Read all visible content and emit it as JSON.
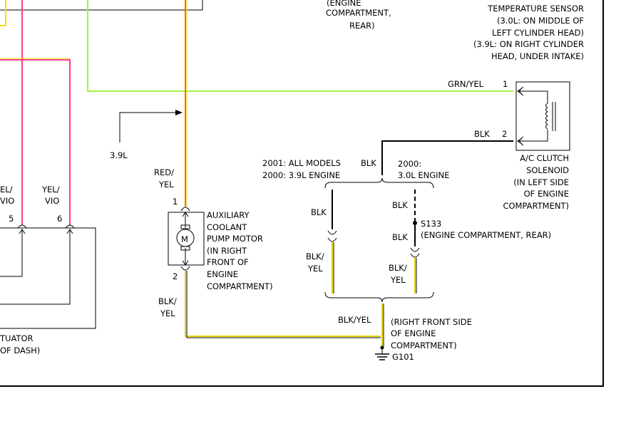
{
  "labels": {
    "engine_comp_top_1": "(ENGINE",
    "engine_comp_top_2": "COMPARTMENT,",
    "engine_comp_top_3": "REAR)",
    "temp_sensor_1": "TEMPERATURE SENSOR",
    "temp_sensor_2": "(3.0L: ON MIDDLE OF",
    "temp_sensor_3": "LEFT CYLINDER HEAD)",
    "temp_sensor_4": "(3.9L: ON RIGHT CYLINDER",
    "temp_sensor_5": "HEAD, UNDER INTAKE)",
    "wire_grn_yel": "GRN/YEL",
    "pin_1_clutch": "1",
    "wire_blk_clutch": "BLK",
    "pin_2_clutch": "2",
    "clutch_label_1": "A/C CLUTCH",
    "clutch_label_2": "SOLENOID",
    "clutch_label_3": "(IN LEFT SIDE",
    "clutch_label_4": "OF ENGINE",
    "clutch_label_5": "COMPARTMENT)",
    "label_39l": "3.9L",
    "red_yel_1": "RED/",
    "red_yel_2": "YEL",
    "yel_vio_left_1": "EL/",
    "yel_vio_left_2": "VIO",
    "yel_vio_right_1": "YEL/",
    "yel_vio_right_2": "VIO",
    "pin_5": "5",
    "pin_6": "6",
    "actuator_1": "TUATOR",
    "actuator_2": "OF DASH)",
    "pump_pin_1": "1",
    "pump_pin_2": "2",
    "pump_motor_symbol": "M",
    "pump_label_1": "AUXILIARY",
    "pump_label_2": "COOLANT",
    "pump_label_3": "PUMP MOTOR",
    "pump_label_4": "(IN RIGHT",
    "pump_label_5": "FRONT OF",
    "pump_label_6": "ENGINE",
    "pump_label_7": "COMPARTMENT)",
    "blk_yel_pump_1": "BLK/",
    "blk_yel_pump_2": "YEL",
    "models_2001": "2001: ALL MODELS",
    "models_2000_39": "2000: 3.9L ENGINE",
    "wire_blk_top": "BLK",
    "models_2000_a": "2000:",
    "models_2000_b": "3.0L ENGINE",
    "wire_blk_left": "BLK",
    "wire_blk_right": "BLK",
    "splice_s133": "S133",
    "wire_blk_right2": "BLK",
    "splice_location": "(ENGINE COMPARTMENT, REAR)",
    "blk_yel_left_1": "BLK/",
    "blk_yel_left_2": "YEL",
    "blk_yel_right_1": "BLK/",
    "blk_yel_right_2": "YEL",
    "blk_yel_ground": "BLK/YEL",
    "ground_loc_1": "(RIGHT FRONT SIDE",
    "ground_loc_2": "OF ENGINE",
    "ground_loc_3": "COMPARTMENT)",
    "ground_id": "G101"
  },
  "colors": {
    "red_yel_wire": "#ff6a00",
    "pink_wire": "#ff3c8c",
    "green_yel_wire": "#a6f240",
    "blk_yel_wire": "#e6d200",
    "yellow_wire": "#f0e000",
    "black_wire": "#000000"
  }
}
